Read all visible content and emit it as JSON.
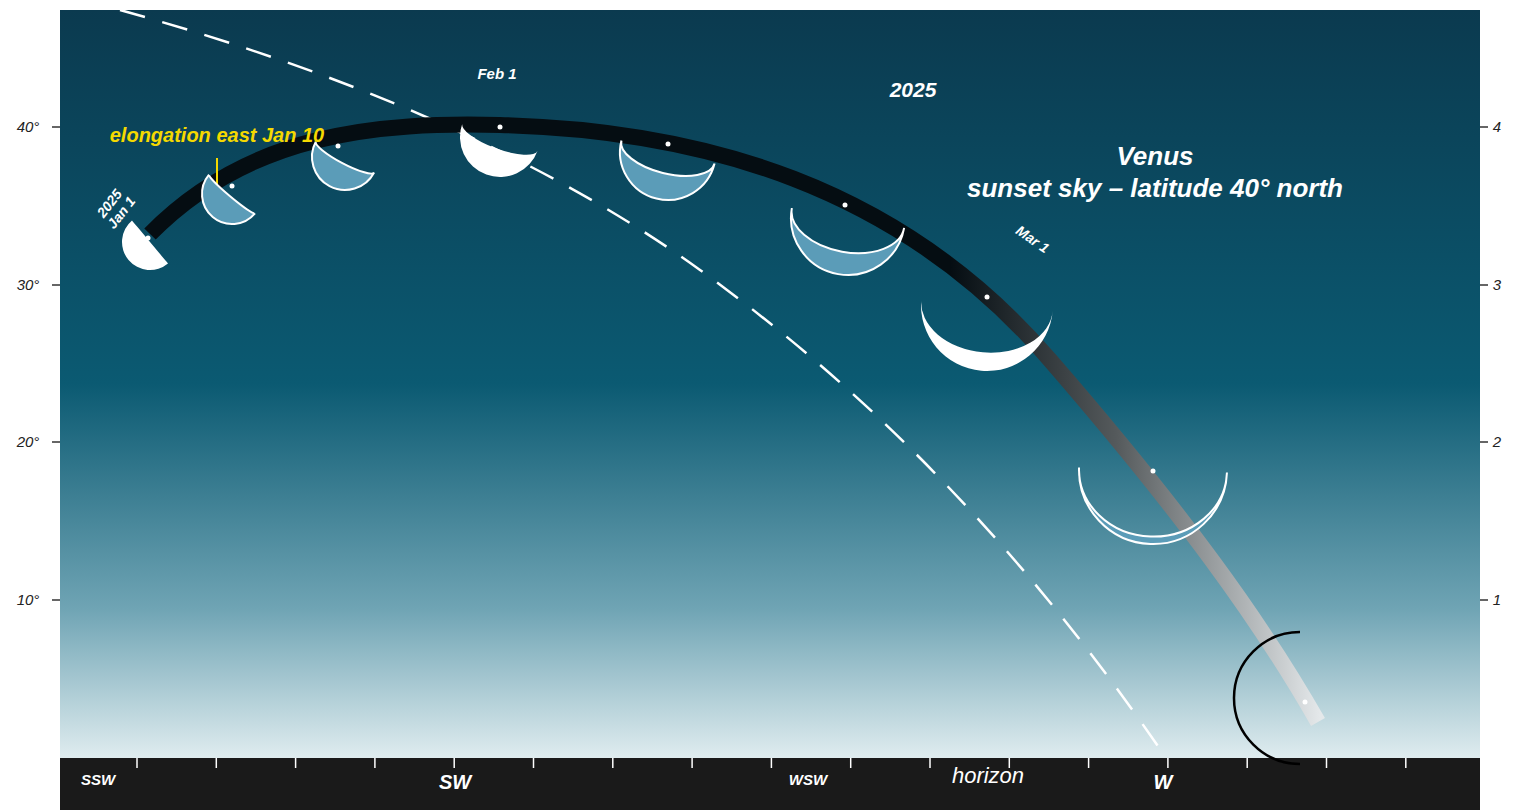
{
  "diagram": {
    "title": "Venus",
    "labels": [
      "elongation east Jan 10",
      "2025 Jan 1",
      "Feb 1",
      "2025",
      "sunset sky – latitude 40° north",
      "Mar 1",
      "40°",
      "30°",
      "20°",
      "10°",
      "4",
      "3",
      "2",
      "1",
      "SSW",
      "SW",
      "WSW",
      "horizon",
      "W"
    ]
  }
}
